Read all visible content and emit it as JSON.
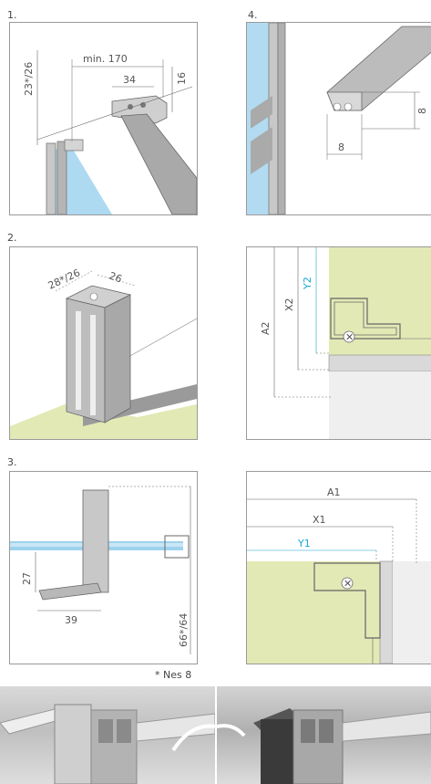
{
  "steps": {
    "s1": "1.",
    "s2": "2.",
    "s3": "3.",
    "s4": "4."
  },
  "panel1": {
    "d_min170": "min. 170",
    "d_34": "34",
    "d_16": "16",
    "d_23_26": "23*/26"
  },
  "panel2": {
    "d_28_26": "28*/26",
    "d_26": "26"
  },
  "panel3": {
    "d_27": "27",
    "d_39": "39",
    "d_66_64": "66*/64"
  },
  "panel4": {
    "d_8a": "8",
    "d_8b": "8"
  },
  "panel5": {
    "a2": "A2",
    "x2": "X2",
    "y2": "Y2"
  },
  "panel6": {
    "a1": "A1",
    "x1": "X1",
    "y1": "Y1"
  },
  "footnote": "* Nes 8",
  "colors": {
    "accent": "#1aa6d6",
    "wall": "#e2e9b5",
    "glass": "#9fd2ee",
    "profile": "#bdbdbd"
  }
}
